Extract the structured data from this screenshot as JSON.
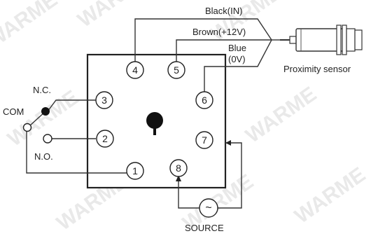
{
  "watermark": "WARME",
  "sensor": {
    "label": "Proximity sensor",
    "wires": {
      "black": "Black(IN)",
      "brown": "Brown(+12V)",
      "blue_line1": "Blue",
      "blue_line2": "(0V)"
    }
  },
  "switch": {
    "nc": "N.C.",
    "com": "COM",
    "no": "N.O."
  },
  "source": {
    "label": "SOURCE",
    "symbol": "~"
  },
  "terminals": [
    "1",
    "2",
    "3",
    "4",
    "5",
    "6",
    "7",
    "8"
  ]
}
